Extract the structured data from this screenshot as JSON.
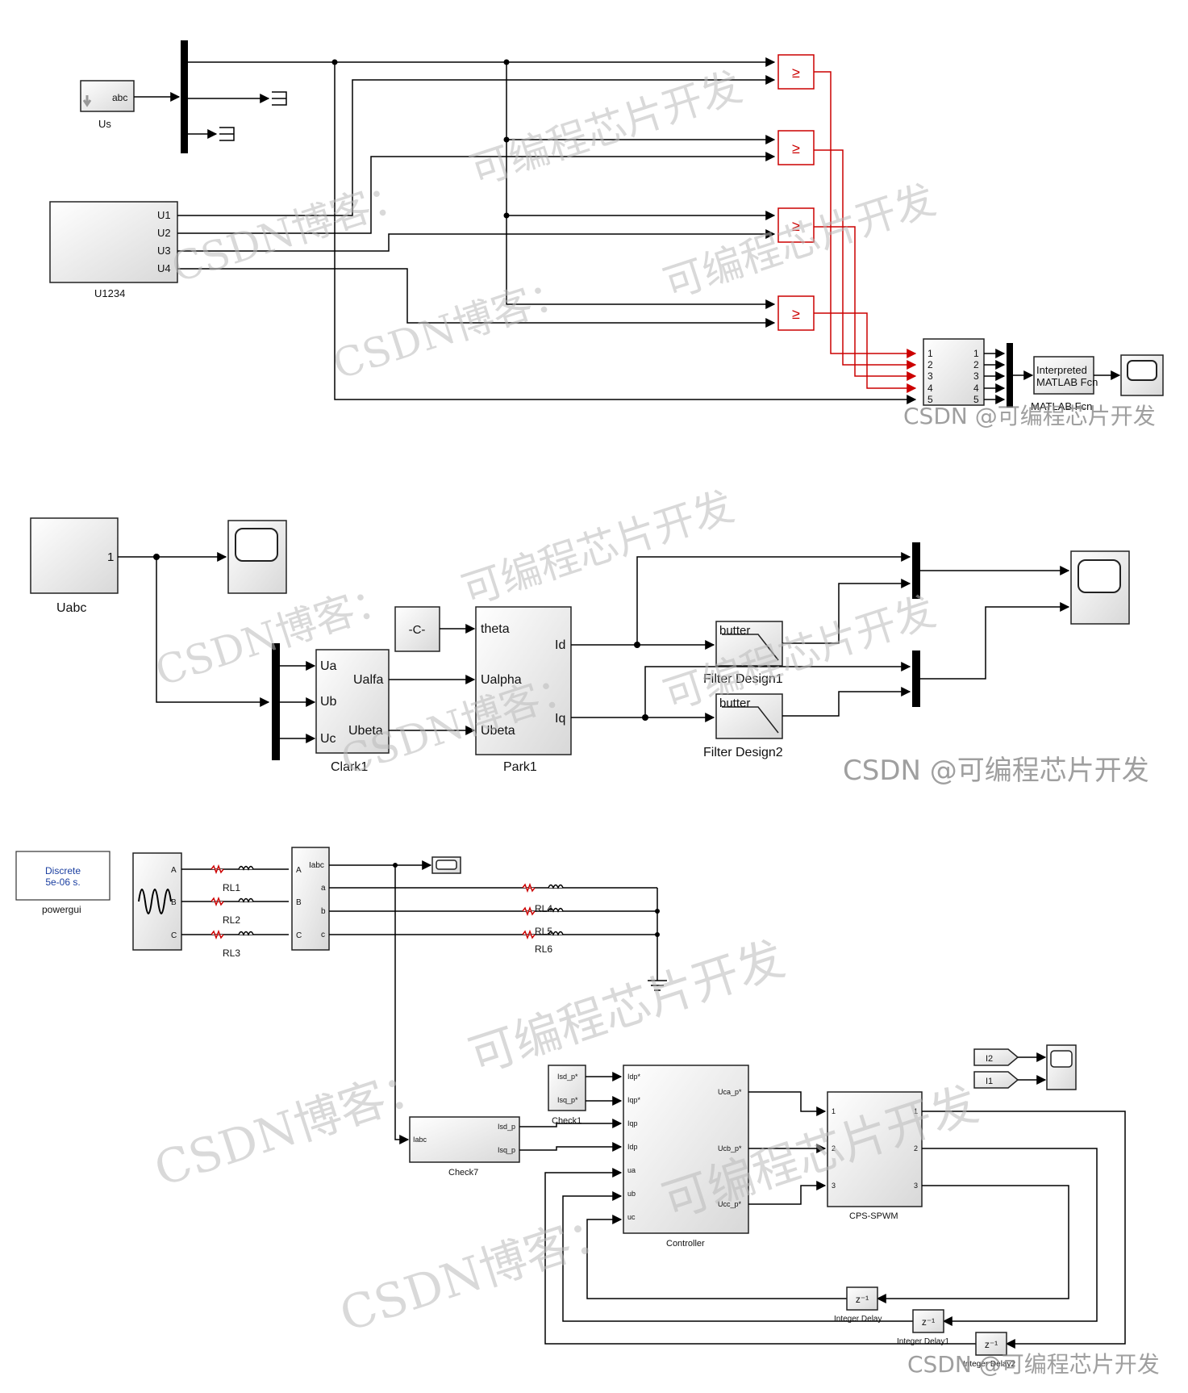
{
  "diagram1": {
    "us_label": "Us",
    "us_port": "abc",
    "u1234_label": "U1234",
    "u1234_ports": [
      "U1",
      "U2",
      "U3",
      "U4"
    ],
    "relop_symbol": "≥",
    "sel_in": [
      "1",
      "2",
      "3",
      "4",
      "5"
    ],
    "sel_out": [
      "1",
      "2",
      "3",
      "4",
      "5"
    ],
    "fcn_text1": "Interpreted",
    "fcn_text2": "MATLAB Fcn",
    "fcn_label": "MATLAB Fcn"
  },
  "diagram2": {
    "uabc_label": "Uabc",
    "uabc_port": "1",
    "const_text": "-C-",
    "clark_label": "Clark1",
    "clark_in": [
      "Ua",
      "Ub",
      "Uc"
    ],
    "clark_out": [
      "Ualfa",
      "Ubeta"
    ],
    "park_label": "Park1",
    "park_in": [
      "theta",
      "Ualpha",
      "Ubeta"
    ],
    "park_out": [
      "Id",
      "Iq"
    ],
    "filter_text": "butter",
    "filter1_label": "Filter Design1",
    "filter2_label": "Filter Design2"
  },
  "diagram3": {
    "powergui_line1": "Discrete",
    "powergui_line2": "5e-06 s.",
    "powergui_label": "powergui",
    "src_ports": [
      "A",
      "B",
      "C"
    ],
    "rl_labels": [
      "RL1",
      "RL2",
      "RL3"
    ],
    "meas_in": [
      "A",
      "B",
      "C"
    ],
    "meas_out": [
      "Iabc",
      "a",
      "b",
      "c"
    ],
    "rl_right_labels": [
      "RL4",
      "RL5",
      "RL6"
    ],
    "check1_ports": [
      "Isd_p*",
      "Isq_p*"
    ],
    "check1_label": "Check1",
    "check7_in": "Iabc",
    "check7_out": [
      "Isd_p",
      "Isq_p"
    ],
    "check7_label": "Check7",
    "ctrl_in": [
      "Idp*",
      "Iqp*",
      "Iqp",
      "Idp",
      "ua",
      "ub",
      "uc"
    ],
    "ctrl_out": [
      "Uca_p*",
      "Ucb_p*",
      "Ucc_p*"
    ],
    "ctrl_label": "Controller",
    "cps_in": [
      "1",
      "2",
      "3"
    ],
    "cps_out": [
      "1",
      "2",
      "3"
    ],
    "cps_label": "CPS-SPWM",
    "goto_tags": [
      "I2",
      "I1"
    ],
    "delay_text": "z⁻¹",
    "delay_labels": [
      "Integer Delay",
      "Integer Delay1",
      "Integer Delay2"
    ]
  },
  "watermarks": {
    "blog": "CSDN博客：",
    "chip": "可编程芯片开发",
    "signature": "CSDN @可编程芯片开发"
  }
}
